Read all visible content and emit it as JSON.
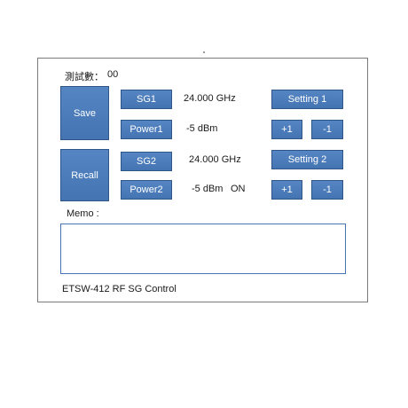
{
  "header": {
    "counter_label": "測試數：",
    "counter_value": "00"
  },
  "buttons": {
    "save": "Save",
    "recall": "Recall",
    "sg1": "SG1",
    "sg2": "SG2",
    "power1": "Power1",
    "power2": "Power2",
    "setting1": "Setting 1",
    "setting2": "Setting 2",
    "plus1": "+1",
    "minus1": "-1",
    "plus2": "+1",
    "minus2": "-1"
  },
  "readouts": {
    "sg1_freq": "24.000 GHz",
    "power1_level": "-5 dBm",
    "sg2_freq": "24.000 GHz",
    "power2_level": "-5 dBm",
    "power2_state": "ON"
  },
  "memo": {
    "label": "Memo :",
    "value": ""
  },
  "footer": {
    "title": "ETSW-412  RF SG  Control"
  },
  "colors": {
    "button_fill": "#4a7aba",
    "button_border": "#2f5688",
    "memo_border": "#4574b3"
  }
}
